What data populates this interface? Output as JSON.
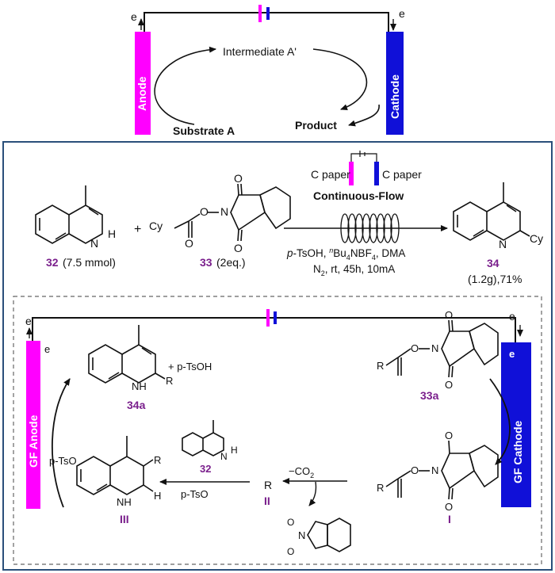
{
  "colors": {
    "anode": "#ff00ff",
    "cathode": "#1010d8",
    "frame": "#2a4f7a",
    "compound_label": "#7a1f8c",
    "ink": "#111111"
  },
  "top_scheme": {
    "electron_left": "e",
    "electron_right": "e",
    "anode_label": "Anode",
    "cathode_label": "Cathode",
    "intermediate_label": "Intermediate A'",
    "substrate_label": "Substrate A",
    "product_label": "Product"
  },
  "reaction": {
    "reactant1_id": "32",
    "reactant1_amount": "(7.5 mmol)",
    "reactant2_id": "33",
    "reactant2_amount": "(2eq.)",
    "product_id": "34",
    "product_yield": "(1.2g),71%",
    "plus": "+",
    "electrode_left": "C paper",
    "electrode_right": "C paper",
    "flow_label": "Continuous-Flow",
    "conditions_line1": {
      "p": "p",
      "tsoh": "-TsOH, ",
      "n": "n",
      "bu": "Bu",
      "sub4": "4",
      "nbf": "NBF",
      "sub4b": "4",
      "dma": ", DMA"
    },
    "conditions_line2": {
      "n": "N",
      "sub2": "2",
      "rest": ", rt, 45h, 10mA"
    }
  },
  "mechanism": {
    "electron_left": "e",
    "electron_right": "e",
    "anode_label": "GF Anode",
    "cathode_label": "GF Cathode",
    "cathode_electron": "e",
    "species_34a": "34a",
    "species_33a": "33a",
    "species_32": "32",
    "species_I": "I",
    "species_II": "II",
    "species_III": "III",
    "plus_ptsoh": "+ p-TsOH",
    "ptso_left": "p-TsO",
    "ptso_bottom": "p-TsO",
    "minus_co2": "−CO",
    "co2_sub": "2",
    "R": "R",
    "H": "H",
    "N": "N",
    "NH": "NH",
    "O": "O",
    "Cy": "Cy"
  }
}
